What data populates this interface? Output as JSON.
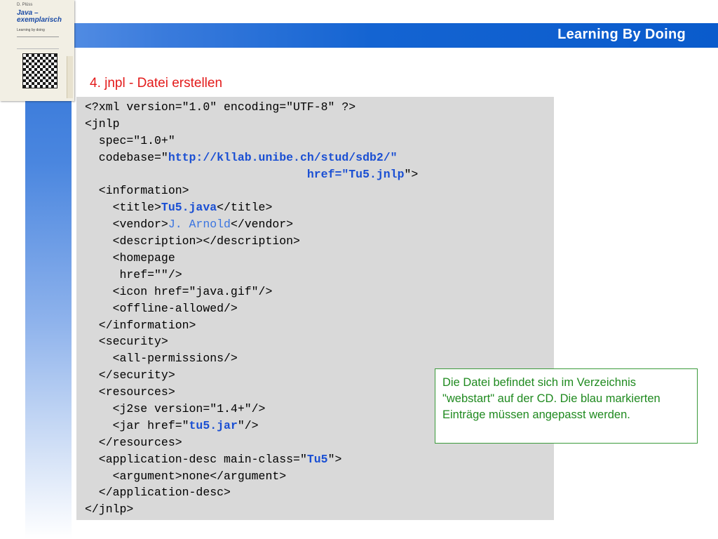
{
  "header": {
    "brand": "Learning By Doing"
  },
  "book_cover": {
    "series": "D. Plüss",
    "title": "Java – exemplarisch",
    "subtitle": "Learning by doing"
  },
  "slide": {
    "title": "4. jnpl - Datei erstellen"
  },
  "code": {
    "l1": "<?xml version=\"1.0\" encoding=\"UTF-8\" ?>",
    "l2": "<jnlp",
    "l3": "  spec=\"1.0+\"",
    "l4_pre": "  codebase=\"",
    "l4_hl": "http://kllab.unibe.ch/stud/sdb2/\"",
    "l5_indent": "                                ",
    "l5_hl": "href=\"Tu5.jnlp",
    "l5_post": "\">",
    "l6": "  <information>",
    "l7_pre": "    <title>",
    "l7_hl": "Tu5.java",
    "l7_post": "</title>",
    "l8_pre": "    <vendor>",
    "l8_hl": "J. Arnold",
    "l8_post": "</vendor>",
    "l9": "    <description></description>",
    "l10": "    <homepage",
    "l11": "     href=\"\"/>",
    "l12": "    <icon href=\"java.gif\"/>",
    "l13": "    <offline-allowed/>",
    "l14": "  </information>",
    "l15": "  <security>",
    "l16": "    <all-permissions/>",
    "l17": "  </security>",
    "l18": "  <resources>",
    "l19": "    <j2se version=\"1.4+\"/>",
    "l20_pre": "    <jar href=\"",
    "l20_hl": "tu5.jar",
    "l20_post": "\"/>",
    "l21": "  </resources>",
    "l22_pre": "  <application-desc main-class=\"",
    "l22_hl": "Tu5",
    "l22_post": "\">",
    "l23": "    <argument>none</argument>",
    "l24": "  </application-desc>",
    "l25": "</jnlp>"
  },
  "note": {
    "text": "Die Datei befindet sich im Verzeichnis \"webstart\" auf der CD. Die blau markierten Einträge müssen angepasst werden."
  },
  "colors": {
    "accent_blue": "#1464d2",
    "title_red": "#e31b1b",
    "highlight_blue": "#1a4fd3",
    "note_green": "#1f8a1f",
    "code_bg": "#d9d9d9"
  }
}
